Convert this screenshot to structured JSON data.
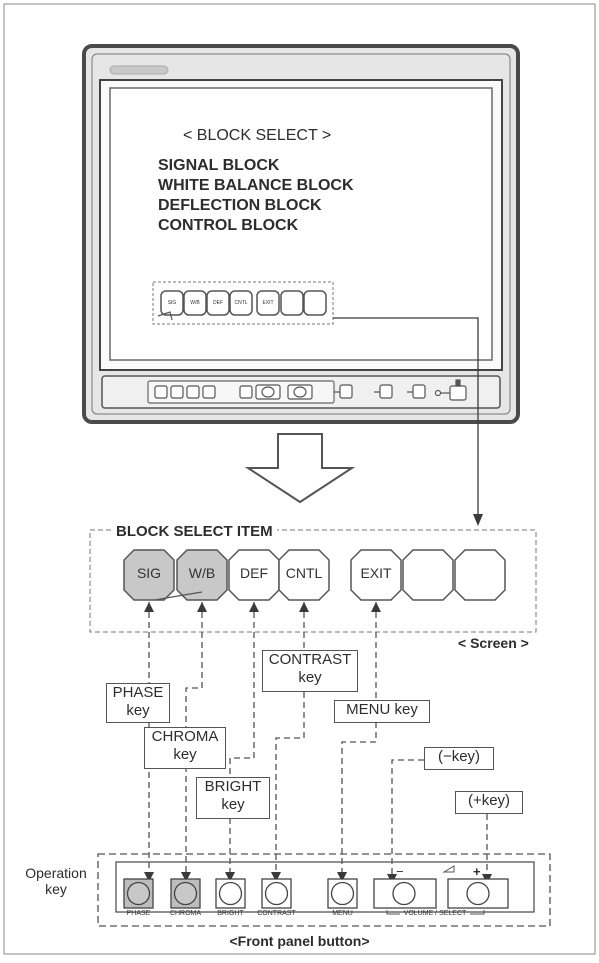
{
  "monitor_screen": {
    "title": "< BLOCK SELECT >",
    "menu_items": [
      "SIGNAL BLOCK",
      "WHITE BALANCE BLOCK",
      "DEFLECTION BLOCK",
      "CONTROL BLOCK"
    ],
    "mini_tiles": [
      "SIG",
      "W/B",
      "DEF",
      "CNTL",
      "EXIT",
      "",
      ""
    ]
  },
  "block_select": {
    "heading": "BLOCK SELECT ITEM",
    "tiles": [
      {
        "label": "SIG",
        "highlighted": true
      },
      {
        "label": "W/B",
        "highlighted": true
      },
      {
        "label": "DEF",
        "highlighted": false
      },
      {
        "label": "CNTL",
        "highlighted": false
      },
      {
        "label": "EXIT",
        "highlighted": false
      },
      {
        "label": "",
        "highlighted": false
      },
      {
        "label": "",
        "highlighted": false
      }
    ],
    "caption": "< Screen >"
  },
  "key_labels": {
    "phase": [
      "PHASE",
      "key"
    ],
    "chroma": [
      "CHROMA",
      "key"
    ],
    "bright": [
      "BRIGHT",
      "key"
    ],
    "contrast": [
      "CONTRAST",
      "key"
    ],
    "menu": "MENU key",
    "minus": "(−key)",
    "plus": "(+key)"
  },
  "front_panel": {
    "side_label": [
      "Operation",
      "key"
    ],
    "buttons": [
      "PHASE",
      "CHROMA",
      "BRIGHT",
      "CONTRAST",
      "MENU"
    ],
    "volume_select": "VOLUME / SELECT",
    "minus_sign": "−",
    "plus_sign": "+",
    "caption": "<Front panel button>"
  },
  "colors": {
    "line": "#3a3a3a",
    "highlight": "#c8c8c8",
    "bezel": "#5a5a5a",
    "dash": "#555555"
  }
}
